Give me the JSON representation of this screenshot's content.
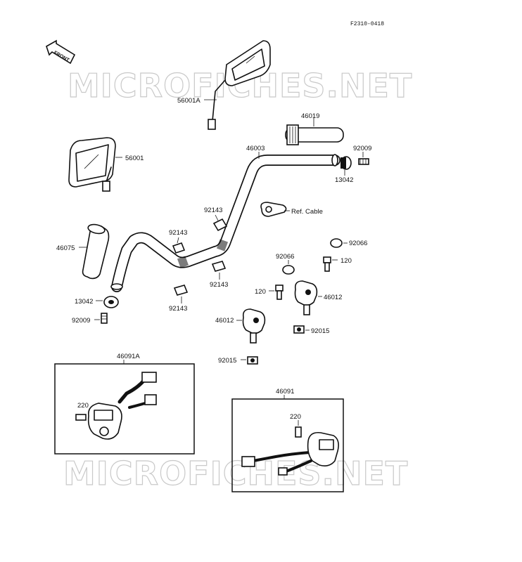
{
  "diagram_code": "F2310-0418",
  "front_label": "FRONT",
  "watermark": "MICROFICHES.NET",
  "labels": {
    "p56001A": "56001A",
    "p56001": "56001",
    "p46019": "46019",
    "p46003": "46003",
    "p92009_top": "92009",
    "p13042_top": "13042",
    "p92143_a": "92143",
    "p92143_b": "92143",
    "p92143_c": "92143",
    "p92143_d": "92143",
    "ref_cable": "Ref. Cable",
    "p46075": "46075",
    "p92066_a": "92066",
    "p92066_b": "92066",
    "p120_a": "120",
    "p120_b": "120",
    "p46012_a": "46012",
    "p46012_b": "46012",
    "p13042_bot": "13042",
    "p92009_bot": "92009",
    "p92015_a": "92015",
    "p92015_b": "92015",
    "p46091A": "46091A",
    "p220_a": "220",
    "p46091": "46091",
    "p220_b": "220"
  }
}
